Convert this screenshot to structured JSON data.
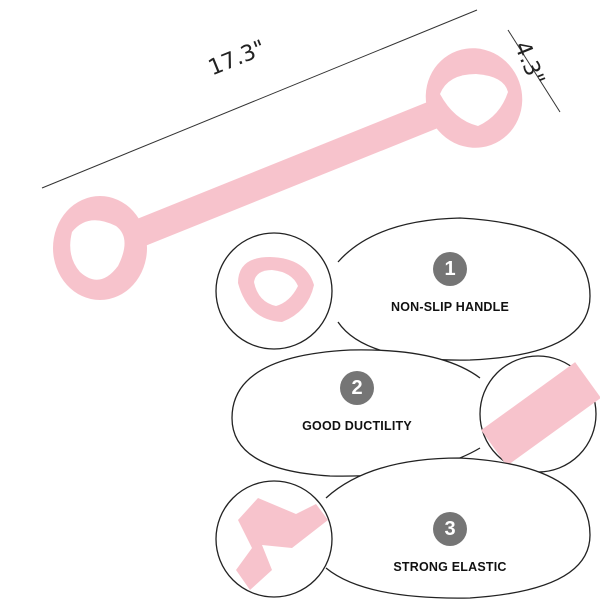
{
  "dimensions": {
    "length": "17.3\"",
    "width": "4.3\""
  },
  "features": [
    {
      "number": "1",
      "label": "NON-SLIP HANDLE"
    },
    {
      "number": "2",
      "label": "GOOD DUCTILITY"
    },
    {
      "number": "3",
      "label": "STRONG ELASTIC"
    }
  ],
  "colors": {
    "product_pink": "#f7c3cc",
    "badge_gray": "#757575",
    "outline": "#222222"
  }
}
